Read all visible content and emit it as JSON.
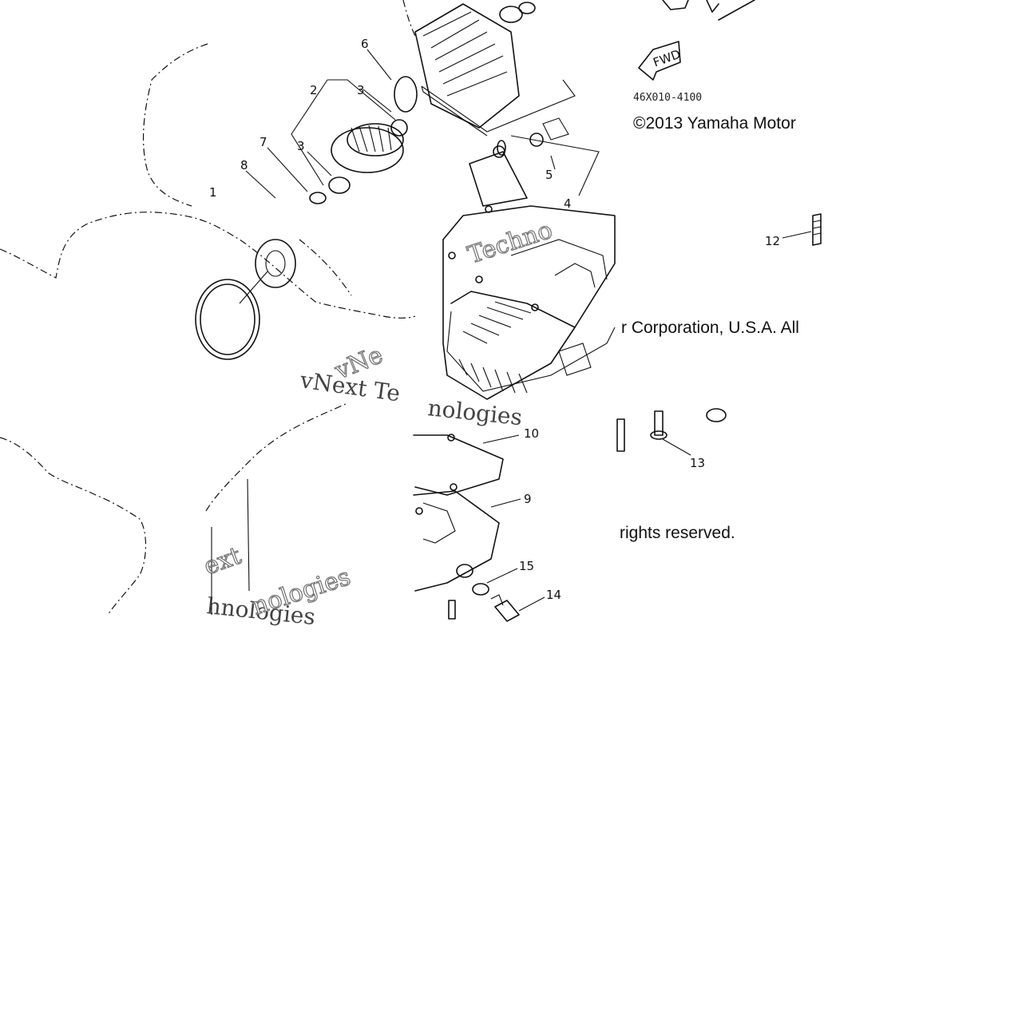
{
  "diagram": {
    "part_code": "46X010-4100",
    "copyright_parts": [
      "©2013 Yamaha Motor",
      "r Corporation, U.S.A. All",
      "rights reserved."
    ],
    "fwd_label": "FWD",
    "watermarks": [
      "Techno",
      "vNe",
      "vNext Te",
      "nologies",
      "ext",
      "hnologies",
      "nologies"
    ],
    "callouts": [
      "1",
      "2",
      "3",
      "3",
      "4",
      "5",
      "6",
      "7",
      "8",
      "9",
      "10",
      "12",
      "13",
      "14",
      "15"
    ]
  }
}
